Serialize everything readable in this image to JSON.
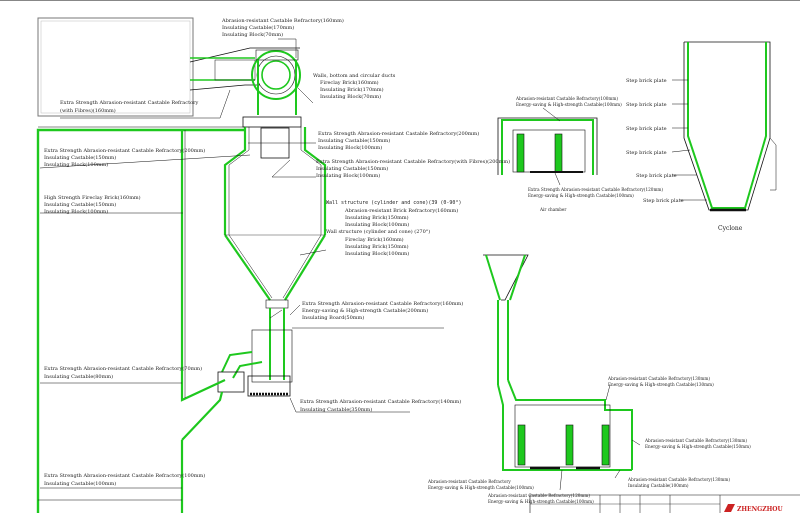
{
  "colors": {
    "lining": "#1ec81e",
    "outline": "#111111",
    "background": "#ffffff",
    "logo": "#cc2222"
  },
  "main_labels": {
    "duct_top": [
      "Abrasion-resistant Castable Refractory(160mm)",
      "Insulating Castable(170mm)",
      "Insulating Block(70mm)"
    ],
    "left_duct": [
      "Extra Strength Abrasion-resistant Castable Refractory",
      "(with Fibres)(160mm)"
    ],
    "walls_duct": [
      "Walls, bottom and circular ducts",
      "Fireclay Brick(160mm)",
      "Insulating Brick(170mm)",
      "Insulating Block(70mm)"
    ],
    "roof_top": [
      "Extra Strength Abrasion-resistant Castable Refractory(200mm)",
      "Insulating Castable(150mm)",
      "Insulating Block(100mm)"
    ],
    "left_wall_top": [
      "Extra Strength Abrasion-resistant Castable Refractory(200mm)",
      "Insulating Castable(150mm)",
      "Insulating Block(100mm)"
    ],
    "roof_fibres": [
      "Extra Strength Abrasion-resistant Castable Refractory(with Fibres)(200mm)",
      "Insulating Castable(150mm)",
      "Insulating Block(100mm)"
    ],
    "left_fireclay": [
      "High Strength Fireclay Brick(160mm)",
      "Insulating Castable(150mm)",
      "Insulating Block(100mm)"
    ],
    "wall_cyl": [
      "Wall structure (cylinder and cone)(39 (0-90°)",
      "Abrasion-resistant Brick Refractory(160mm)",
      "Insulating Brick(150mm)",
      "Insulating Block(100mm)",
      "Wall structure (cylinder and cone) (270°)",
      "Fireclay Brick(160mm)",
      "Insulating Brick(150mm)",
      "Insulating Block(100mm)"
    ],
    "cone_bottom": [
      "Extra Strength Abrasion-resistant Castable Refractory(160mm)",
      "Energy-saving & High-strength Castable(200mm)",
      "Insulating Board(50mm)"
    ],
    "left_mid": [
      "Extra Strength Abrasion-resistant Castable Refractory(70mm)",
      "Insulating Castable(80mm)"
    ],
    "loop_seal": [
      "Extra Strength Abrasion-resistant Castable Refractory(140mm)",
      "Insulating Castable(350mm)"
    ],
    "left_bottom": [
      "Extra Strength Abrasion-resistant Castable Refractory(100mm)",
      "Insulating Castable(100mm)"
    ]
  },
  "box_detail": {
    "top": [
      "Abrasion-resistant Castable Refractory(100mm)",
      "Energy-saving & High-strength Castable(100mm)"
    ],
    "bottom": [
      "Extra Strength Abrasion-resistant Castable Refractory(120mm)",
      "Energy-saving & High-strength Castable(100mm)"
    ],
    "caption": "Air chamber"
  },
  "cyclone_detail": {
    "labels": [
      "Step brick plate",
      "Step brick plate",
      "Step brick plate",
      "Step brick plate",
      "Step brick plate",
      "Step brick plate"
    ],
    "caption": "Cyclone"
  },
  "lower_detail": {
    "right_top": [
      "Abrasion-resistant Castable Refractory(130mm)",
      "Energy-saving & High-strength Castable(130mm)"
    ],
    "right_mid": [
      "Abrasion-resistant Castable Refractory(130mm)",
      "Energy-saving & High-strength Castable(150mm)"
    ],
    "left_bot": [
      "Abrasion-resistant Castable Refractory",
      "Energy-saving & High-strength Castable(100mm)"
    ],
    "bot_center": [
      "Abrasion-resistant Castable Refractory(120mm)",
      "Energy-saving & High-strength Castable(100mm)"
    ],
    "right_bot": [
      "Abrasion-resistant Castable Refractory(130mm)",
      "Insulating Castable(100mm)"
    ]
  },
  "title_block": {
    "logo_text": "ZHENGZHOU"
  }
}
